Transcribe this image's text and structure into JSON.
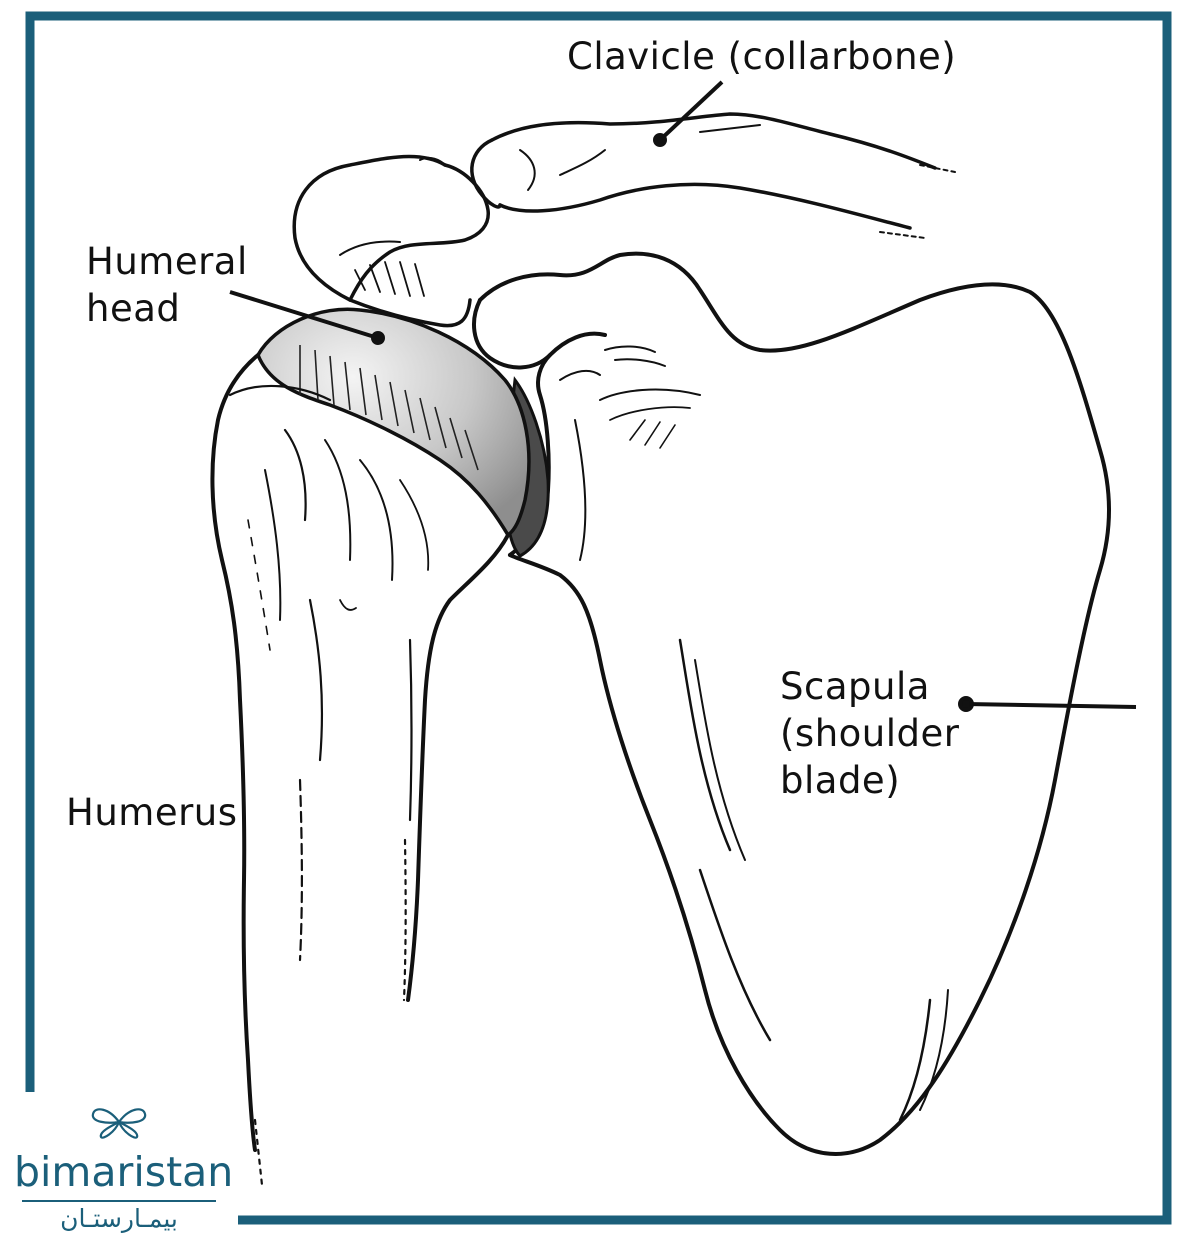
{
  "labels": {
    "clavicle": "Clavicle (collarbone)",
    "humeral_head_line1": "Humeral",
    "humeral_head_line2": "head",
    "scapula_line1": "Scapula",
    "scapula_line2": "(shoulder",
    "scapula_line3": "blade)",
    "humerus": "Humerus"
  },
  "logo": {
    "word": "bimaristan",
    "arabic": "بيمـارستـان"
  },
  "colors": {
    "frame": "#1b5f7a",
    "ink": "#111111",
    "humeral_head_fill": "#bdbdbd",
    "logo": "#1b5f7a"
  }
}
